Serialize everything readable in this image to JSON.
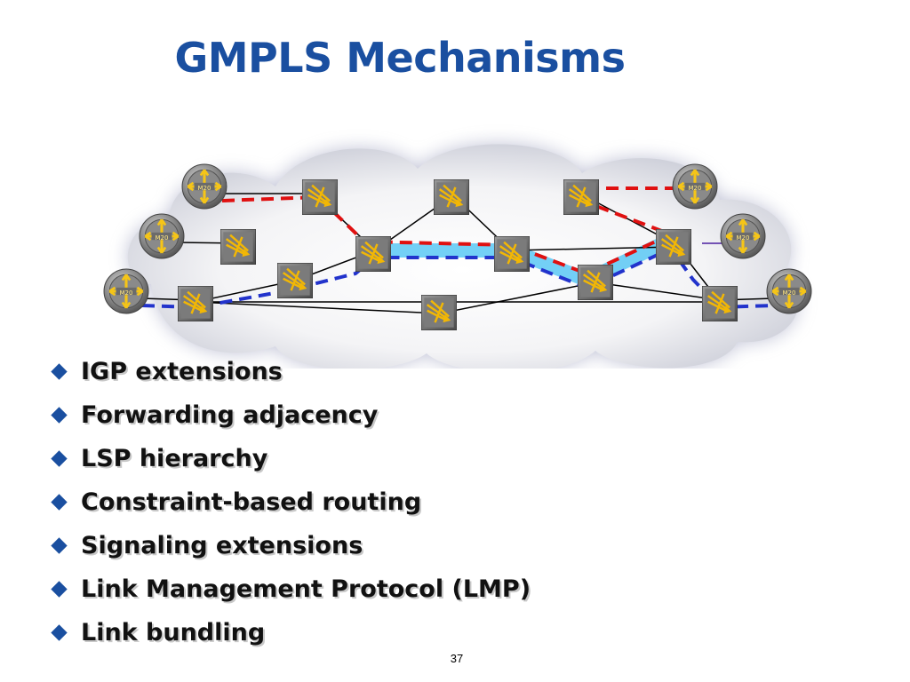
{
  "slide": {
    "title": "GMPLS Mechanisms",
    "page_number": "37"
  },
  "diagram": {
    "edge_router_label": "M20"
  },
  "bullets": [
    {
      "text": "IGP extensions"
    },
    {
      "text": "Forwarding adjacency"
    },
    {
      "text": "LSP hierarchy"
    },
    {
      "text": "Constraint-based routing"
    },
    {
      "text": "Signaling extensions"
    },
    {
      "text": "Link Management Protocol (LMP)"
    },
    {
      "text": "Link bundling"
    }
  ],
  "colors": {
    "title": "#1a4fa0",
    "bullet": "#1a4fa0",
    "path_red": "#e01010",
    "path_blue": "#2233cc",
    "tunnel": "#5bc8f5"
  }
}
